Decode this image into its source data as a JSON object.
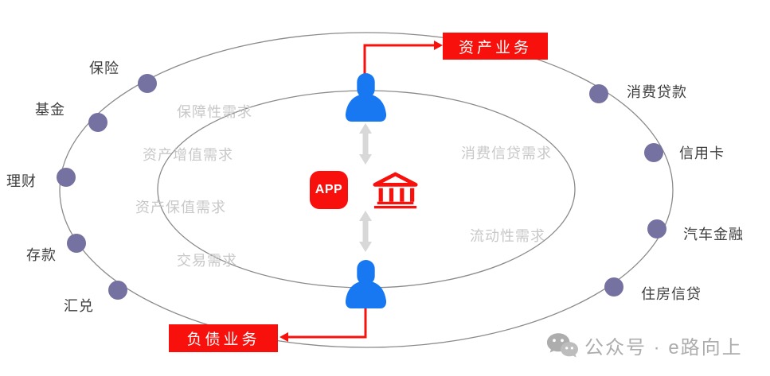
{
  "colors": {
    "red": "#F8100C",
    "blue": "#1778F2",
    "dot": "#7571A1",
    "ellipse": "#8A8A8A",
    "inner_text": "#C8C8C8",
    "label_text": "#3E3E3E",
    "arrow_gray": "#D8D8D8",
    "watermark": "#ADADAD",
    "watermark2": "#BDBDBD"
  },
  "boxes": {
    "asset": "资产业务",
    "liability": "负债业务"
  },
  "center": {
    "app_label": "APP"
  },
  "outer_nodes": [
    "保险",
    "基金",
    "理财",
    "存款",
    "汇兑",
    "消费贷款",
    "信用卡",
    "汽车金融",
    "住房信贷"
  ],
  "inner_needs": [
    "保障性需求",
    "资产增值需求",
    "资产保值需求",
    "交易需求",
    "消费信贷需求",
    "流动性需求"
  ],
  "watermark": {
    "text": "公众号 · e路向上"
  },
  "icons": {
    "app": "rounded-square-app-badge",
    "bank": "classical-bank-building",
    "user": "person-silhouette",
    "exchange_arrow": "vertical-double-arrow",
    "wechat": "wechat-chat-bubbles"
  }
}
